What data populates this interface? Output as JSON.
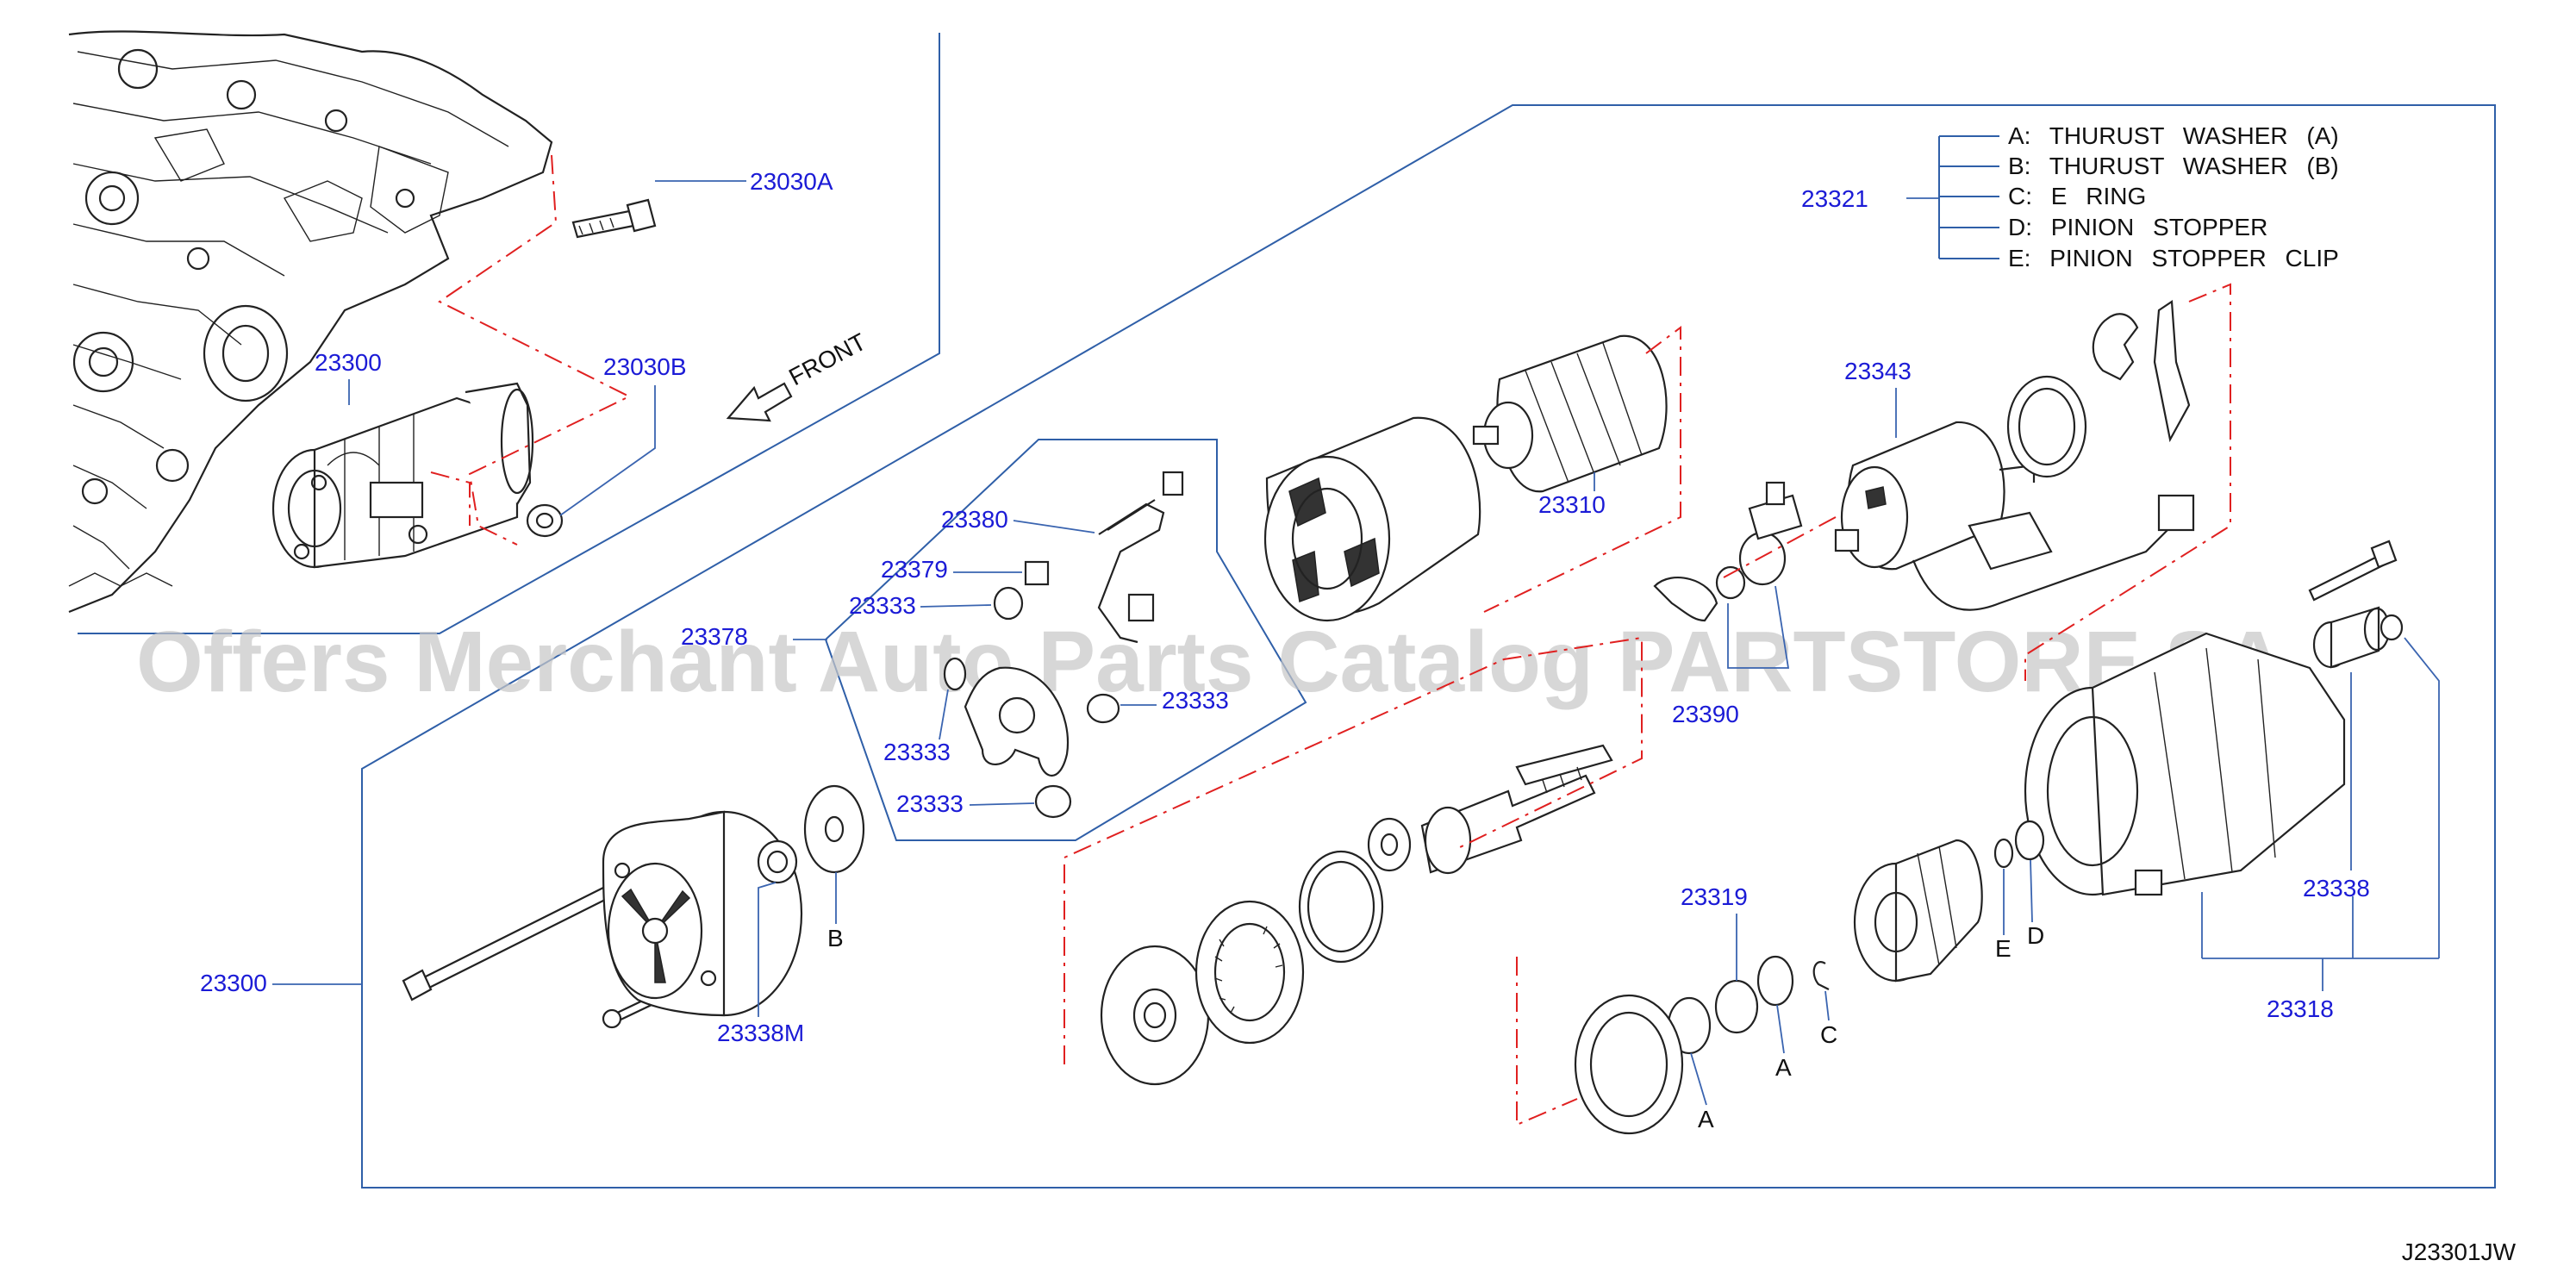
{
  "labels": {
    "engine_bolt": "23030A",
    "engine_nut": "23030B",
    "front_arrow": "FRONT",
    "starter_mounted": "23300",
    "starter_assy": "23300",
    "brush_plate": "23378",
    "brush_spring_plate": "23380",
    "brush_holder": "23379",
    "brush_a": "23333",
    "brush_b": "23333",
    "brush_c": "23333",
    "brush_d": "23333",
    "armature": "23310",
    "solenoid": "23343",
    "lever_set": "23390",
    "gear_case_kit": "23318",
    "bushing": "23338",
    "rear_bushing": "23338M",
    "parts_kit": "23321",
    "shaft_washer": "23319",
    "letter_a1": "A",
    "letter_a2": "A",
    "letter_b": "B",
    "letter_c": "C",
    "letter_d": "D",
    "letter_e": "E"
  },
  "legend": [
    "A:  THURUST  WASHER  (A)",
    "B:  THURUST  WASHER  (B)",
    "C:  E  RING",
    "D:  PINION  STOPPER",
    "E:  PINION  STOPPER  CLIP"
  ],
  "diagram_code": "J23301JW",
  "watermark": "Offers Merchant Auto Parts Catalog PARTSTORE.SA",
  "colors": {
    "callout": "#1b1bd6",
    "leader": "#2f5fa8",
    "phantom": "#e02020",
    "part": "#222222"
  }
}
